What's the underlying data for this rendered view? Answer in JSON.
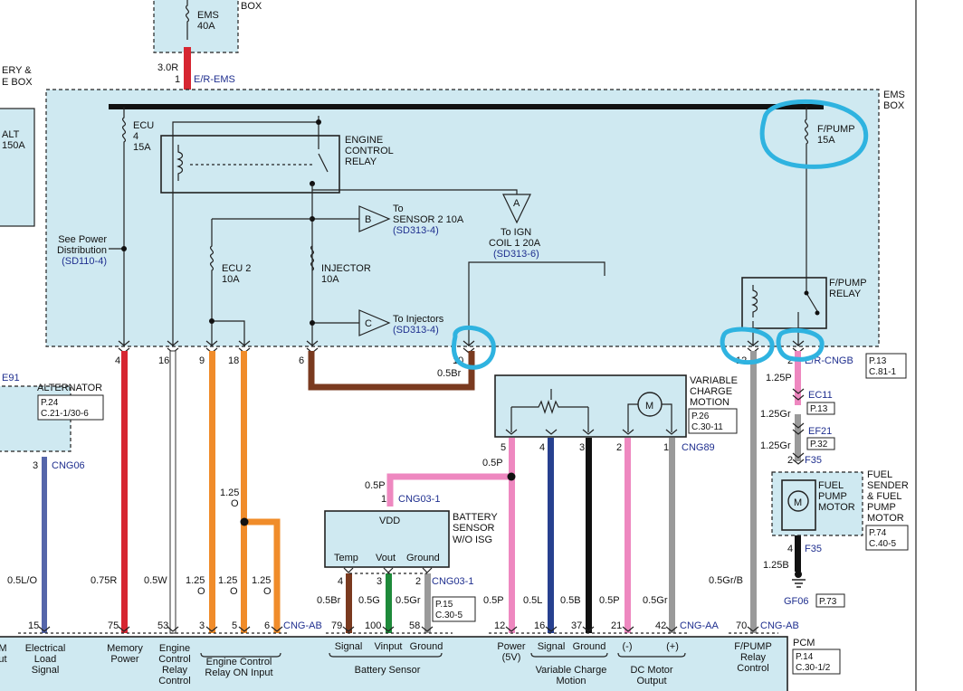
{
  "top": {
    "top_right_label": "BOX",
    "ems_fuse": "EMS",
    "ems_amp": "40A",
    "wire_size": "3.0R",
    "wire_pin": "1",
    "connector": "E/R-EMS",
    "left_box_line1": "ERY &",
    "left_box_line2": "E BOX",
    "alt_label": "ALT",
    "alt_amp": "150A"
  },
  "ems_box": {
    "label_line1": "EMS",
    "label_line2": "BOX",
    "ecu_fuse": [
      "ECU",
      "4",
      "15A"
    ],
    "ecu_relay": [
      "ENGINE",
      "CONTROL",
      "RELAY"
    ],
    "fpump_fuse": [
      "F/PUMP",
      "15A"
    ],
    "conn_b": "B",
    "to_sensor": [
      "To",
      "SENSOR 2 10A"
    ],
    "sensor_ref": "(SD313-4)",
    "conn_a": "A",
    "to_ign": [
      "To IGN",
      "COIL 1 20A"
    ],
    "ign_ref": "(SD313-6)",
    "power_dist": [
      "See Power",
      "Distribution"
    ],
    "power_ref": "(SD110-4)",
    "ecu2_fuse": [
      "ECU 2",
      "10A"
    ],
    "injector_fuse": [
      "INJECTOR",
      "10A"
    ],
    "conn_c": "C",
    "to_injectors": "To Injectors",
    "inj_ref": "(SD313-4)",
    "fpump_relay": [
      "F/PUMP",
      "RELAY"
    ],
    "pins": [
      "4",
      "16",
      "9",
      "18",
      "6",
      "10",
      "12",
      "2"
    ],
    "connector": "E/R-CNGB",
    "ref": [
      "P.13",
      "C.81-1"
    ]
  },
  "alternator": {
    "left_code": "E91",
    "name": "ALTERNATOR",
    "ref": [
      "P.24",
      "C.21-1/30-6"
    ],
    "pin": "3",
    "connector": "CNG06"
  },
  "wires": {
    "w10": "0.5Br",
    "w12_top": "1.25P",
    "w_ec11": "EC11",
    "w_ec11_ref": "P.13",
    "w_mid": "1.25Gr",
    "w_ef21": "EF21",
    "w_ef21_ref": "P.32",
    "w_lower": "1.25Gr",
    "w_f35_pin": "2",
    "w_f35": "F35",
    "orange_125": "1.25",
    "orange_o": "O"
  },
  "vcm": {
    "name": [
      "VARIABLE",
      "CHARGE",
      "MOTION"
    ],
    "ref": [
      "P.26",
      "C.30-11"
    ],
    "motor_letter": "M",
    "pins": [
      "5",
      "4",
      "3",
      "2",
      "1"
    ],
    "connector": "CNG89"
  },
  "battery_sensor": {
    "link_wire": "0.5P",
    "link_wire2": "0.5P",
    "link_pin": "1",
    "link_connector": "CNG03-1",
    "vdd": "VDD",
    "name": [
      "BATTERY",
      "SENSOR"
    ],
    "variant": "W/O ISG",
    "cols": [
      "Temp",
      "Vout",
      "Ground"
    ],
    "pins": [
      "4",
      "3",
      "2"
    ],
    "connector": "CNG03-1",
    "ref": [
      "P.15",
      "C.30-5"
    ]
  },
  "fuel_pump": {
    "name": [
      "FUEL",
      "SENDER",
      "& FUEL",
      "PUMP",
      "MOTOR"
    ],
    "inner": [
      "FUEL",
      "PUMP",
      "MOTOR"
    ],
    "motor_letter": "M",
    "ref": [
      "P.74",
      "C.40-5"
    ],
    "pin": "4",
    "connector": "F35",
    "wire": "1.25B",
    "ground": "GF06",
    "ground_ref": "P.73"
  },
  "lower_wires": [
    {
      "size": "0.5L/O"
    },
    {
      "size": "0.75R"
    },
    {
      "size": "0.5W"
    },
    {
      "size": "1.25",
      "sub": "O"
    },
    {
      "size": "1.25",
      "sub": "O"
    },
    {
      "size": "1.25",
      "sub": "O"
    },
    {
      "size": "0.5Br"
    },
    {
      "size": "0.5G"
    },
    {
      "size": "0.5Gr"
    },
    {
      "size": "0.5P"
    },
    {
      "size": "0.5L"
    },
    {
      "size": "0.5B"
    },
    {
      "size": "0.5P"
    },
    {
      "size": "0.5Gr"
    },
    {
      "size": "0.5Gr/B"
    }
  ],
  "pcm": {
    "name": "PCM",
    "ref": [
      "P.14",
      "C.30-1/2"
    ],
    "pins": [
      "15",
      "75",
      "53",
      "3",
      "5",
      "6",
      "79",
      "100",
      "58",
      "12",
      "16",
      "37",
      "21",
      "42",
      "70"
    ],
    "connectors": [
      "CNG-AB",
      "CNG-AA",
      "CNG-AB"
    ],
    "labels": {
      "left_cut": [
        "M",
        "ut"
      ],
      "electrical": [
        "Electrical",
        "Load",
        "Signal"
      ],
      "memory": [
        "Memory",
        "Power"
      ],
      "engine": [
        "Engine",
        "Control",
        "Relay",
        "Control"
      ],
      "relay_on": [
        "Engine Control",
        "Relay ON Input"
      ],
      "bat_cols": [
        "Signal",
        "Vinput",
        "Ground"
      ],
      "bat_group": "Battery Sensor",
      "power": [
        "Power",
        "(5V)"
      ],
      "vcm_cols": [
        "Signal",
        "Ground"
      ],
      "vcm_group": [
        "Variable Charge",
        "Motion"
      ],
      "dc_cols": [
        "(-)",
        "(+)"
      ],
      "dc_group": [
        "DC Motor",
        "Output"
      ],
      "fpump": [
        "F/PUMP",
        "Relay",
        "Control"
      ]
    }
  },
  "colors": {
    "red": "#d62631",
    "orange": "#f08c2a",
    "brown": "#7a3a1f",
    "pink": "#ee88c0",
    "navy": "#27408f",
    "black": "#111111",
    "gray": "#9a9a9a",
    "green": "#1e8a3a",
    "blue_lavender": "#5566aa",
    "highlight": "#2fb3e0",
    "panel": "#cfe9f1"
  }
}
